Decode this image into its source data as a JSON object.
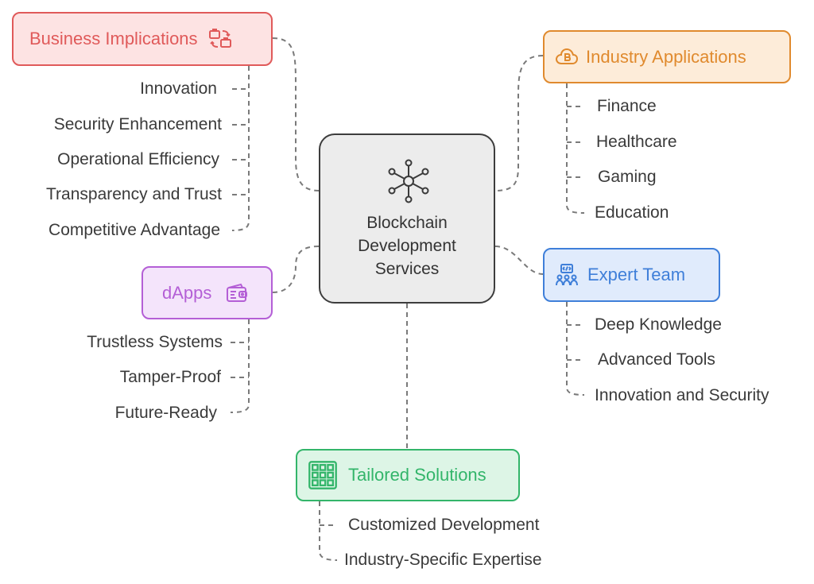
{
  "center": {
    "line1": "Blockchain",
    "line2": "Development",
    "line3": "Services",
    "icon": "network-hub-icon"
  },
  "branches": {
    "business": {
      "title": "Business Implications",
      "icon": "briefcase-exchange-icon",
      "color": "#e05a5a",
      "items": [
        "Innovation",
        "Security Enhancement",
        "Operational Efficiency",
        "Transparency and Trust",
        "Competitive Advantage"
      ]
    },
    "industry": {
      "title": "Industry Applications",
      "icon": "cloud-bitcoin-icon",
      "color": "#e08a2e",
      "items": [
        "Finance",
        "Healthcare",
        "Gaming",
        "Education"
      ]
    },
    "dapps": {
      "title": "dApps",
      "icon": "wallet-chip-icon",
      "color": "#b45fd6",
      "items": [
        "Trustless Systems",
        "Tamper-Proof",
        "Future-Ready"
      ]
    },
    "expert": {
      "title": "Expert Team",
      "icon": "team-code-icon",
      "color": "#3f7fd9",
      "items": [
        "Deep Knowledge",
        "Advanced Tools",
        "Innovation and Security"
      ]
    },
    "tailored": {
      "title": "Tailored Solutions",
      "icon": "grid-blocks-icon",
      "color": "#33b56a",
      "items": [
        "Customized Development",
        "Industry-Specific Expertise"
      ]
    }
  }
}
